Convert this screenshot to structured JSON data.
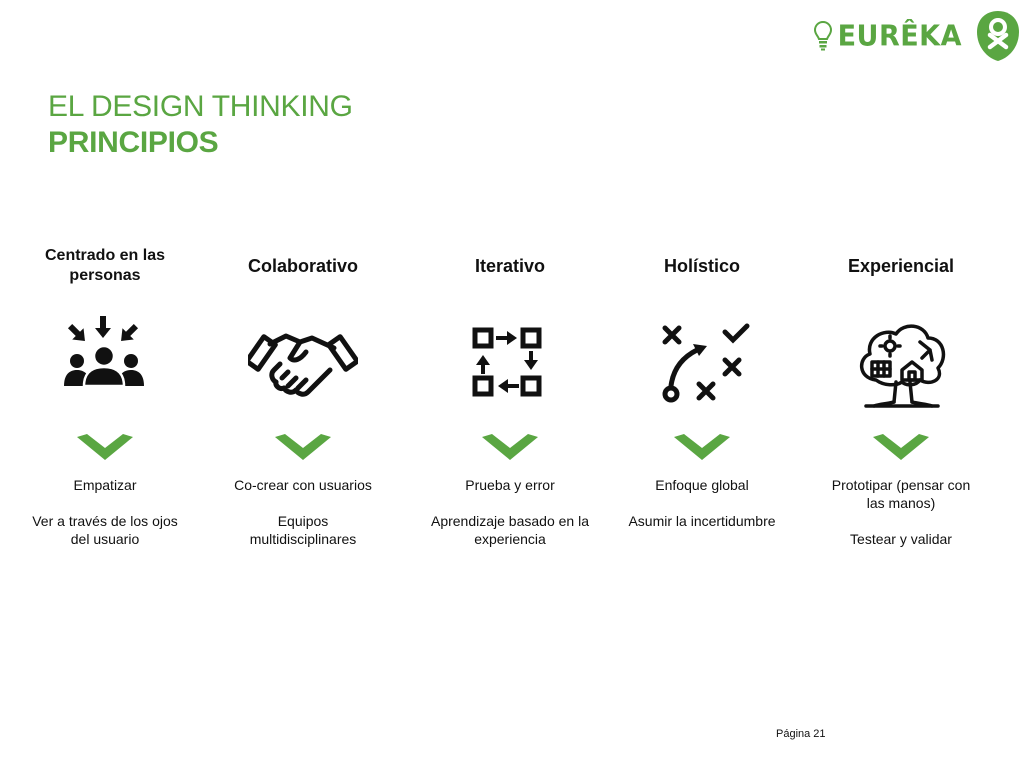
{
  "brand": {
    "name": "EURÊKA",
    "green": "#5aa642"
  },
  "title": {
    "line1": "EL DESIGN THINKING",
    "line2": "PRINCIPIOS"
  },
  "principles": [
    {
      "heading": "Centrado en las personas",
      "icon": "people-arrows-icon",
      "items": [
        "Empatizar",
        "Ver a través de los ojos del usuario"
      ]
    },
    {
      "heading": "Colaborativo",
      "icon": "handshake-icon",
      "items": [
        "Co-crear con usuarios",
        "Equipos multidisciplinares"
      ]
    },
    {
      "heading": "Iterativo",
      "icon": "iteration-cycle-icon",
      "items": [
        "Prueba y error",
        "Aprendizaje basado en la experiencia"
      ]
    },
    {
      "heading": "Holístico",
      "icon": "strategy-path-icon",
      "items": [
        "Enfoque global",
        "Asumir la incertidumbre"
      ]
    },
    {
      "heading": "Experiencial",
      "icon": "tree-ecosystem-icon",
      "items": [
        "Prototipar (pensar con las manos)",
        "Testear y validar"
      ]
    }
  ],
  "footer": {
    "page": "Página 21"
  }
}
